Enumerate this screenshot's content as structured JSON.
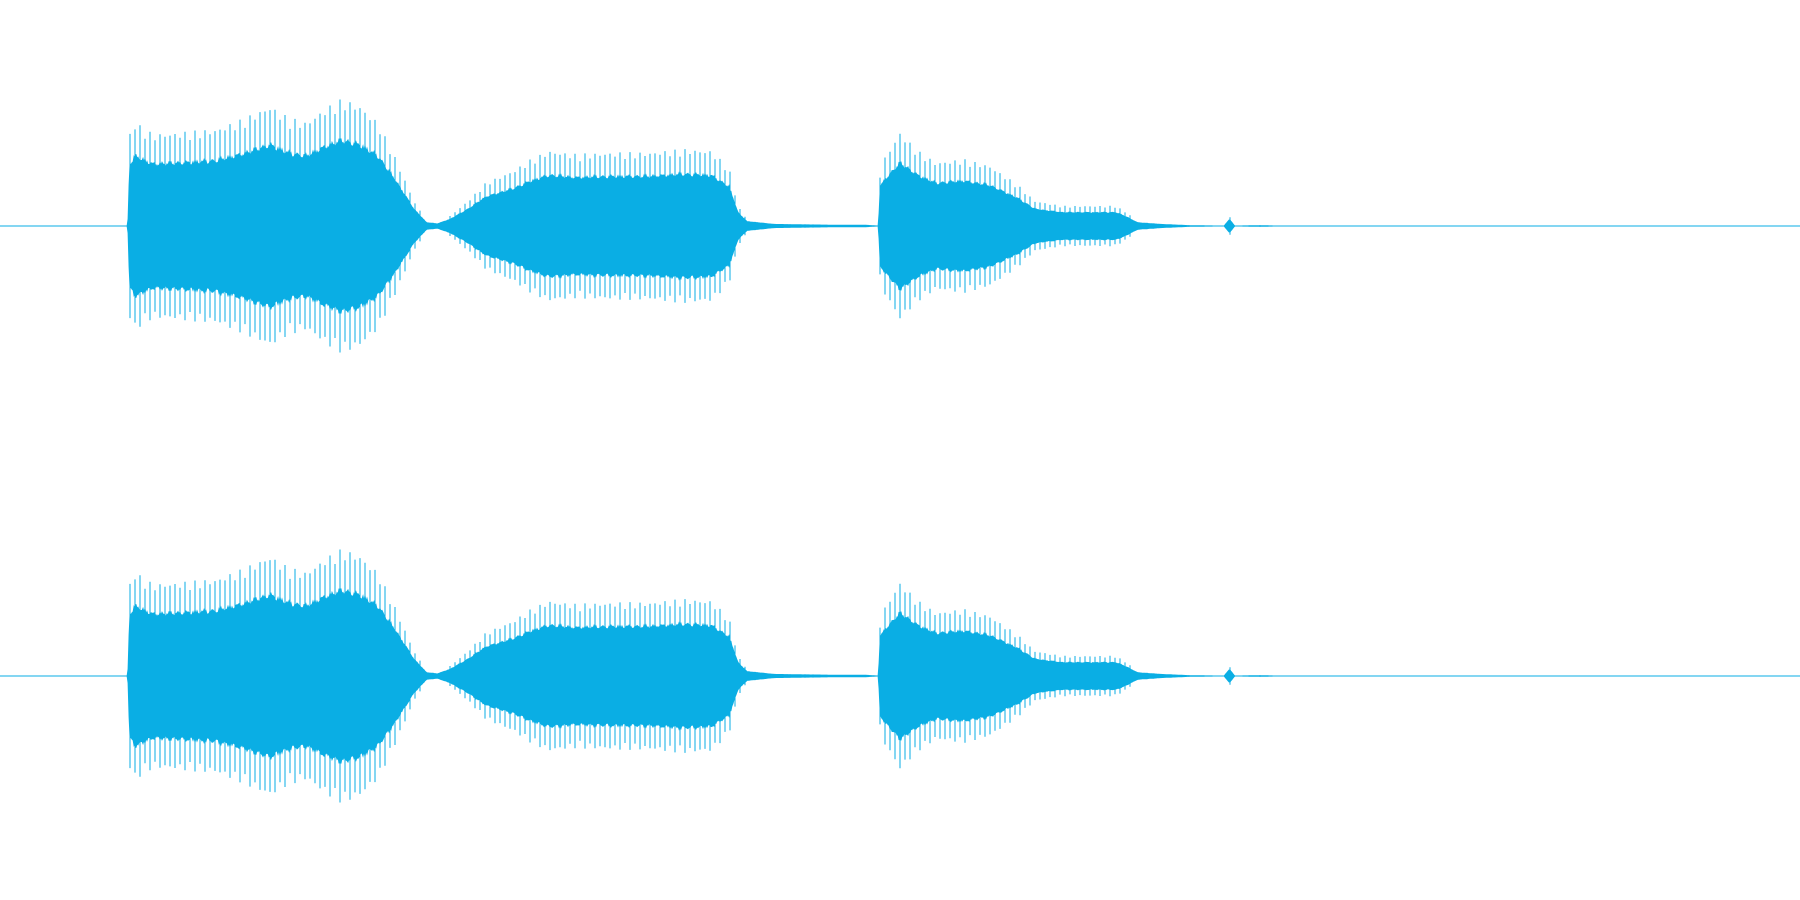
{
  "waveform": {
    "color": "#0aaee4",
    "background": "#ffffff",
    "channels": [
      {
        "name": "",
        "envelope": [
          [
            0.0,
            0.0
          ],
          [
            0.071,
            0.0
          ],
          [
            0.072,
            0.55
          ],
          [
            0.075,
            0.62
          ],
          [
            0.085,
            0.55
          ],
          [
            0.1,
            0.56
          ],
          [
            0.12,
            0.58
          ],
          [
            0.135,
            0.64
          ],
          [
            0.15,
            0.72
          ],
          [
            0.16,
            0.65
          ],
          [
            0.17,
            0.62
          ],
          [
            0.18,
            0.7
          ],
          [
            0.19,
            0.76
          ],
          [
            0.2,
            0.72
          ],
          [
            0.21,
            0.62
          ],
          [
            0.22,
            0.4
          ],
          [
            0.23,
            0.15
          ],
          [
            0.237,
            0.03
          ],
          [
            0.243,
            0.02
          ],
          [
            0.25,
            0.06
          ],
          [
            0.26,
            0.15
          ],
          [
            0.27,
            0.26
          ],
          [
            0.285,
            0.33
          ],
          [
            0.295,
            0.4
          ],
          [
            0.305,
            0.45
          ],
          [
            0.32,
            0.43
          ],
          [
            0.34,
            0.44
          ],
          [
            0.36,
            0.44
          ],
          [
            0.38,
            0.46
          ],
          [
            0.395,
            0.45
          ],
          [
            0.405,
            0.35
          ],
          [
            0.41,
            0.12
          ],
          [
            0.415,
            0.04
          ],
          [
            0.43,
            0.015
          ],
          [
            0.46,
            0.008
          ],
          [
            0.48,
            0.008
          ],
          [
            0.488,
            0.0
          ],
          [
            0.489,
            0.35
          ],
          [
            0.492,
            0.42
          ],
          [
            0.5,
            0.56
          ],
          [
            0.51,
            0.45
          ],
          [
            0.52,
            0.38
          ],
          [
            0.535,
            0.4
          ],
          [
            0.55,
            0.36
          ],
          [
            0.565,
            0.25
          ],
          [
            0.575,
            0.15
          ],
          [
            0.59,
            0.12
          ],
          [
            0.605,
            0.12
          ],
          [
            0.62,
            0.12
          ],
          [
            0.626,
            0.08
          ],
          [
            0.632,
            0.03
          ],
          [
            0.645,
            0.015
          ],
          [
            0.66,
            0.004
          ],
          [
            0.68,
            0.0
          ],
          [
            0.683,
            0.06
          ],
          [
            0.686,
            0.0
          ],
          [
            0.7,
            0.004
          ],
          [
            0.71,
            0.0
          ],
          [
            1.0,
            0.0
          ]
        ]
      },
      {
        "name": "",
        "envelope": [
          [
            0.0,
            0.0
          ],
          [
            0.071,
            0.0
          ],
          [
            0.072,
            0.55
          ],
          [
            0.075,
            0.62
          ],
          [
            0.085,
            0.55
          ],
          [
            0.1,
            0.56
          ],
          [
            0.12,
            0.58
          ],
          [
            0.135,
            0.64
          ],
          [
            0.15,
            0.72
          ],
          [
            0.16,
            0.65
          ],
          [
            0.17,
            0.62
          ],
          [
            0.18,
            0.7
          ],
          [
            0.19,
            0.76
          ],
          [
            0.2,
            0.72
          ],
          [
            0.21,
            0.62
          ],
          [
            0.22,
            0.4
          ],
          [
            0.23,
            0.15
          ],
          [
            0.237,
            0.03
          ],
          [
            0.243,
            0.02
          ],
          [
            0.25,
            0.06
          ],
          [
            0.26,
            0.15
          ],
          [
            0.27,
            0.26
          ],
          [
            0.285,
            0.33
          ],
          [
            0.295,
            0.4
          ],
          [
            0.305,
            0.45
          ],
          [
            0.32,
            0.43
          ],
          [
            0.34,
            0.44
          ],
          [
            0.36,
            0.44
          ],
          [
            0.38,
            0.46
          ],
          [
            0.395,
            0.45
          ],
          [
            0.405,
            0.35
          ],
          [
            0.41,
            0.12
          ],
          [
            0.415,
            0.04
          ],
          [
            0.43,
            0.015
          ],
          [
            0.46,
            0.008
          ],
          [
            0.48,
            0.008
          ],
          [
            0.488,
            0.0
          ],
          [
            0.489,
            0.35
          ],
          [
            0.492,
            0.42
          ],
          [
            0.5,
            0.56
          ],
          [
            0.51,
            0.45
          ],
          [
            0.52,
            0.38
          ],
          [
            0.535,
            0.4
          ],
          [
            0.55,
            0.36
          ],
          [
            0.565,
            0.25
          ],
          [
            0.575,
            0.15
          ],
          [
            0.59,
            0.12
          ],
          [
            0.605,
            0.12
          ],
          [
            0.62,
            0.12
          ],
          [
            0.626,
            0.08
          ],
          [
            0.632,
            0.03
          ],
          [
            0.645,
            0.015
          ],
          [
            0.66,
            0.004
          ],
          [
            0.68,
            0.0
          ],
          [
            0.683,
            0.06
          ],
          [
            0.686,
            0.0
          ],
          [
            0.7,
            0.004
          ],
          [
            0.71,
            0.0
          ],
          [
            1.0,
            0.0
          ]
        ]
      }
    ]
  }
}
